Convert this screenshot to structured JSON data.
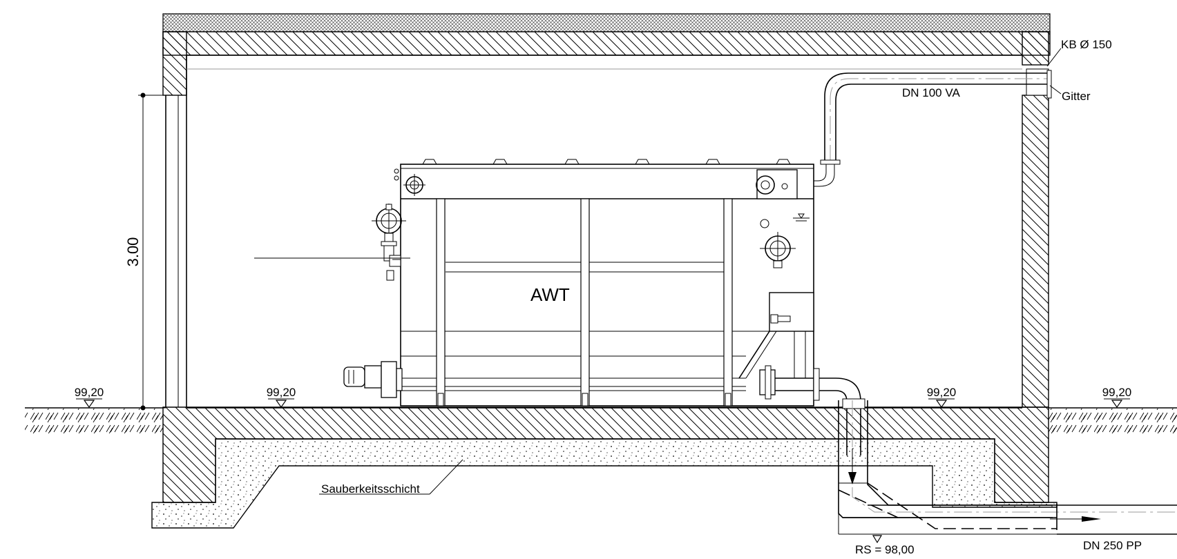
{
  "labels": {
    "kb": "KB Ø 150",
    "gitter": "Gitter",
    "dn100": "DN 100 VA",
    "awt": "AWT",
    "dim": "3.00",
    "level_left": "99,20",
    "level_inner": "99,20",
    "level_right_inner": "99,20",
    "level_right": "99,20",
    "sauber": "Sauberkeitsschicht",
    "rs": "RS = 98,00",
    "dn250": "DN 250 PP"
  }
}
